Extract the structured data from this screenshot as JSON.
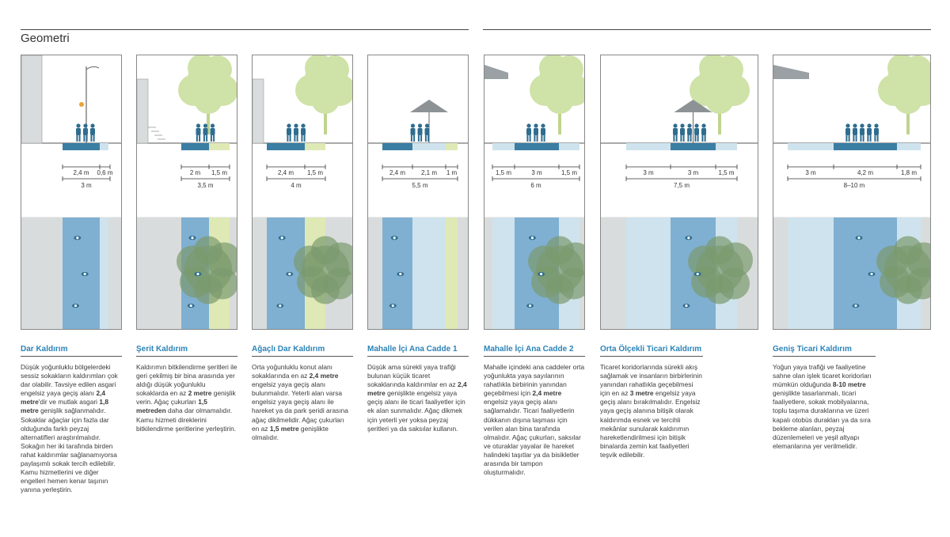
{
  "title": "Geometri",
  "palette": {
    "dark_blue": "#3b7ea3",
    "light_blue": "#cfe3ee",
    "plan_blue": "#7fb0d2",
    "light_green": "#dfe9b5",
    "tree_green": "#cfe2a8",
    "tree_plan": "#7a9a6e",
    "gray": "#d9dcdc",
    "figure": "#2f6d8f"
  },
  "panels": [
    {
      "id": "dar",
      "dims": [
        "2,4 m",
        "0,6 m"
      ],
      "total": "3 m"
    },
    {
      "id": "serit",
      "dims": [
        "2 m",
        "1,5 m"
      ],
      "total": "3,5 m"
    },
    {
      "id": "agacli",
      "dims": [
        "2,4 m",
        "1,5 m"
      ],
      "total": "4 m"
    },
    {
      "id": "mahalle1",
      "dims": [
        "2,4 m",
        "2,1 m",
        "1 m"
      ],
      "total": "5,5 m"
    },
    {
      "id": "mahalle2",
      "dims": [
        "1,5 m",
        "3 m",
        "1,5 m"
      ],
      "total": "6 m"
    },
    {
      "id": "orta",
      "dims": [
        "3 m",
        "3 m",
        "1,5 m"
      ],
      "total": "7,5 m"
    },
    {
      "id": "genis",
      "dims": [
        "3 m",
        "4,2 m",
        "1,8 m"
      ],
      "total": "8–10 m"
    }
  ],
  "columns": [
    {
      "heading": "Dar Kaldırım",
      "body": "Düşük yoğunluklu bölgelerdeki sessiz sokakların kaldırımları çok dar olabilir. Tavsiye edilen asgari engelsiz yaya geçiş alanı <b>2,4 metre</b>'dir ve mutlak asgari <b>1,8 metre</b> genişlik sağlanmalıdır. Sokaklar ağaçlar için fazla dar olduğunda farklı peyzaj alternatifleri araştırılmalıdır. Sokağın her iki tarafında birden rahat kaldırımlar sağlanamıyorsa paylaşımlı sokak tercih edilebilir. Kamu hizmetlerini ve diğer engelleri hemen kenar taşının yanına yerleştirin."
    },
    {
      "heading": "Şerit Kaldırım",
      "body": "Kaldırımın bitkilendirme şeritleri ile geri çekilmiş bir bina arasında yer aldığı düşük yoğunluklu sokaklarda en az <b>2 metre</b> genişlik verin. Ağaç çukurları <b>1,5 metreden</b> daha dar olmamalıdır. Kamu hizmeti direklerini bitkilendirme şeritlerine yerleştirin."
    },
    {
      "heading": "Ağaçlı Dar Kaldırım",
      "body": "Orta yoğunluklu konut alanı sokaklarında en az <b>2,4 metre</b> engelsiz yaya geçiş alanı bulunmalıdır. Yeterli alan varsa engelsiz yaya geçiş alanı ile hareket ya da park şeridi arasına ağaç dikilmelidir. Ağaç çukurları en az <b>1,5 metre</b> genişlikte olmalıdır."
    },
    {
      "heading": "Mahalle İçi Ana Cadde 1",
      "body": "Düşük ama sürekli yaya trafiği bulunan küçük ticaret sokaklarında kaldırımlar en az <b>2,4 metre</b> genişlikte engelsiz yaya geçiş alanı ile ticari faaliyetler için ek alan sunmalıdır. Ağaç dikmek için yeterli yer yoksa peyzaj şeritleri ya da saksılar kullanın."
    },
    {
      "heading": "Mahalle İçi Ana Cadde 2",
      "body": "Mahalle içindeki ana caddeler orta yoğunlukta yaya sayılarının rahatlıkla birbirinin yanından geçebilmesi için <b>2,4 metre</b> engelsiz yaya geçiş alanı sağlamalıdır. Ticari faaliyetlerin dükkanın dışına taşması için verilen alan bina tarafında olmalıdır. Ağaç çukurları, saksılar ve oturaklar yayalar ile hareket halindeki taşıtlar ya da bisikletler arasında bir tampon oluşturmalıdır."
    },
    {
      "heading": "Orta Ölçekli Ticari Kaldırım",
      "body": "Ticaret koridorlarında sürekli akış sağlamak ve insanların birbirlerinin yanından rahatlıkla geçebilmesi için en az <b>3 metre</b> engelsiz yaya geçiş alanı bırakılmalıdır. Engelsiz yaya geçiş alanına bitişik olarak kaldırımda esnek ve tercihli mekânlar sunularak kaldırımın hareketlendirilmesi için bitişik binalarda zemin kat faaliyetleri teşvik edilebilir."
    },
    {
      "heading": "Geniş Ticari Kaldırım",
      "body": "Yoğun yaya trafiği ve faaliyetine sahne olan işlek ticaret koridorları mümkün olduğunda <b>8-10 metre</b> genişlikte tasarlanmalı, ticari faaliyetlere, sokak mobilyalarına, toplu taşıma duraklarına ve üzeri kapalı otobüs durakları ya da sıra bekleme alanları, peyzaj düzenlemeleri ve yeşil altyapı elemanlarına yer verilmelidir."
    }
  ]
}
